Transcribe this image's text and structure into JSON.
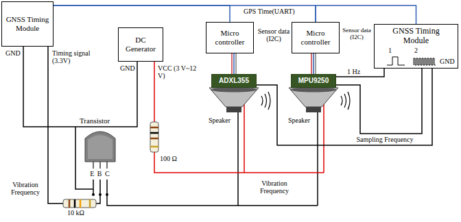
{
  "diagram": {
    "nodes": [
      {
        "text": [
          "GNSS Timing Module"
        ]
      },
      {
        "text": [
          "DC Generator"
        ]
      },
      {
        "text": [
          "Micro controller"
        ]
      },
      {
        "text": [
          "Micro controller"
        ]
      },
      {
        "text": [
          "GNSS Timing Module"
        ]
      },
      {
        "text": [
          "ADXL355"
        ]
      },
      {
        "text": [
          "MPU9250"
        ]
      }
    ],
    "edges": [
      {
        "from": 0,
        "to": 2,
        "arrow": "none"
      },
      {
        "from": 0,
        "to": 3,
        "arrow": "none"
      },
      {
        "from": 4,
        "to": 3,
        "arrow": "none"
      },
      {
        "from": 2,
        "to": 5,
        "arrow": "none"
      },
      {
        "from": 3,
        "to": 6,
        "arrow": "none"
      },
      {
        "from": 4,
        "to": 6,
        "label": "1 Hz",
        "arrow": "none"
      },
      {
        "from": 4,
        "to": 6,
        "arrow": "none"
      },
      {
        "from": 4,
        "to": 5,
        "label": "Sampling Frequency",
        "arrow": "none"
      }
    ],
    "labels": [
      "GPS Time(UART)",
      "GND",
      "Timing signal (3.3V)",
      "GND",
      "VCC (3 V~12 V)",
      "Sensor data (I2C)",
      "Sensor data (I2C)",
      "1",
      "2",
      "GND",
      "Speaker",
      "Speaker",
      "Transistor",
      "E B C",
      "100 Ω",
      "Vibration Frequency",
      "10 kΩ",
      "Vibration Frequency"
    ]
  }
}
